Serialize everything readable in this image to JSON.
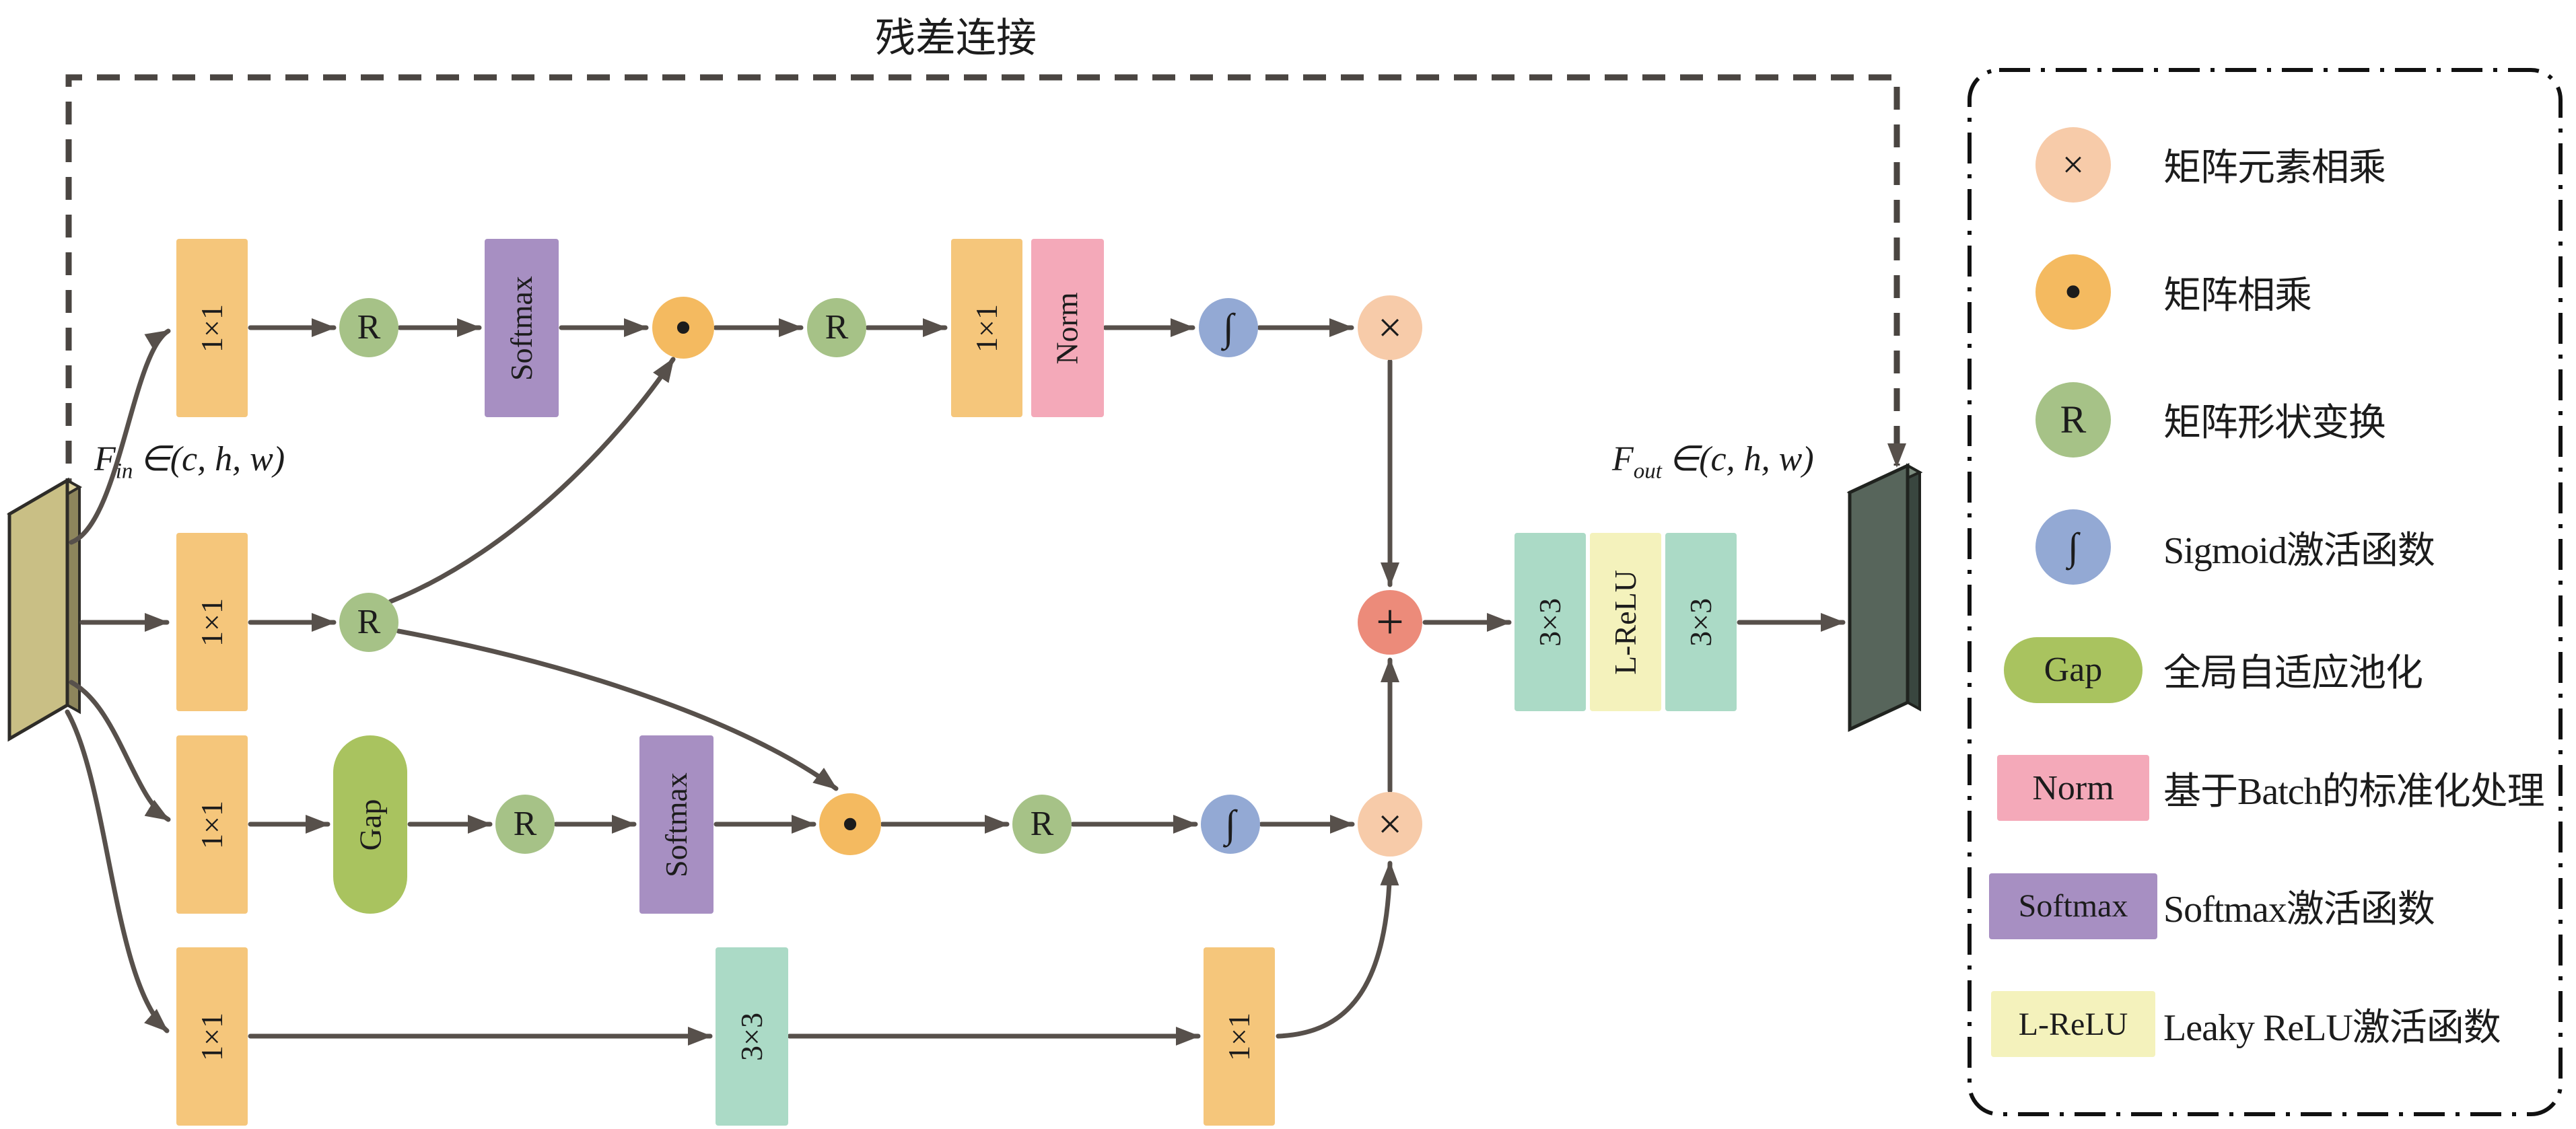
{
  "residual": {
    "label": "残差连接"
  },
  "io": {
    "fin": {
      "base": "F",
      "sub": "in",
      "rest": "∈(c, h, w)"
    },
    "fout": {
      "base": "F",
      "sub": "out",
      "rest": "∈(c, h, w)"
    }
  },
  "nodes": {
    "conv1x1": "1×1",
    "conv3x3": "3×3",
    "softmax": "Softmax",
    "norm": "Norm",
    "gap": "Gap",
    "lrelu": "L-ReLU",
    "reshape": "R",
    "sigmoid": "∫",
    "matmul": "·",
    "multiply": "×",
    "add": "+"
  },
  "legend": {
    "items": [
      {
        "symbol": "×",
        "label": "矩阵元素相乘"
      },
      {
        "symbol": "·",
        "label": "矩阵相乘"
      },
      {
        "symbol": "R",
        "label": "矩阵形状变换"
      },
      {
        "symbol": "∫",
        "label": "Sigmoid激活函数"
      },
      {
        "symbol": "Gap",
        "label": "全局自适应池化"
      },
      {
        "symbol": "Norm",
        "label": "基于Batch的标准化处理"
      },
      {
        "symbol": "Softmax",
        "label": "Softmax激活函数"
      },
      {
        "symbol": "L-ReLU",
        "label": "Leaky ReLU激活函数"
      }
    ]
  },
  "colors": {
    "conv": "#F5C67B",
    "softmax": "#A78FC2",
    "norm": "#F4A9B9",
    "conv3x3": "#ABDAC6",
    "lrelu": "#F4F2BC",
    "gap": "#A9C35F",
    "reshape": "#A6C287",
    "sigmoid": "#93A9D4",
    "matmul": "#F4BA60",
    "multiply": "#F7CBA9",
    "add": "#EC8B7A",
    "arrow": "#57504B"
  }
}
